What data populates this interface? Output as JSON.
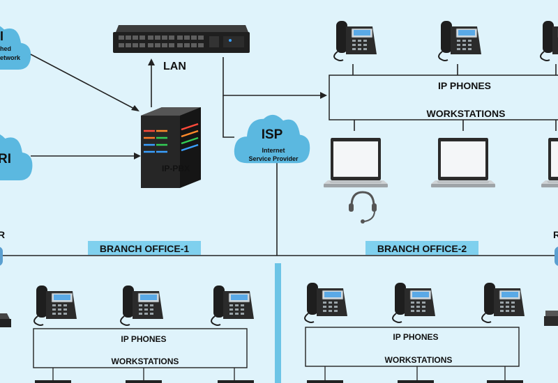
{
  "labels": {
    "lan": "LAN",
    "pbx": "IP-PBX",
    "isp_title": "ISP",
    "isp_line1": "Internet",
    "isp_line2": "Service Provider",
    "cloud_top_title": "I",
    "cloud_top_line1": "hed",
    "cloud_top_line2": "etwork",
    "cloud_mid_title": "RI",
    "edge_left": "R",
    "edge_right": "R"
  },
  "hq": {
    "box_line1": "IP PHONES",
    "box_line2": "WORKSTATIONS"
  },
  "branch1": {
    "title": "BRANCH OFFICE-1",
    "box_line1": "IP PHONES",
    "box_line2": "WORKSTATIONS"
  },
  "branch2": {
    "title": "BRANCH OFFICE-2",
    "box_line1": "IP PHONES",
    "box_line2": "WORKSTATIONS"
  },
  "colors": {
    "background": "#dff3fb",
    "cloud": "#5bb8e0",
    "badge": "#7fd0ee",
    "divider": "#6cc4e6",
    "phone_screen": "#5aa9e6"
  }
}
